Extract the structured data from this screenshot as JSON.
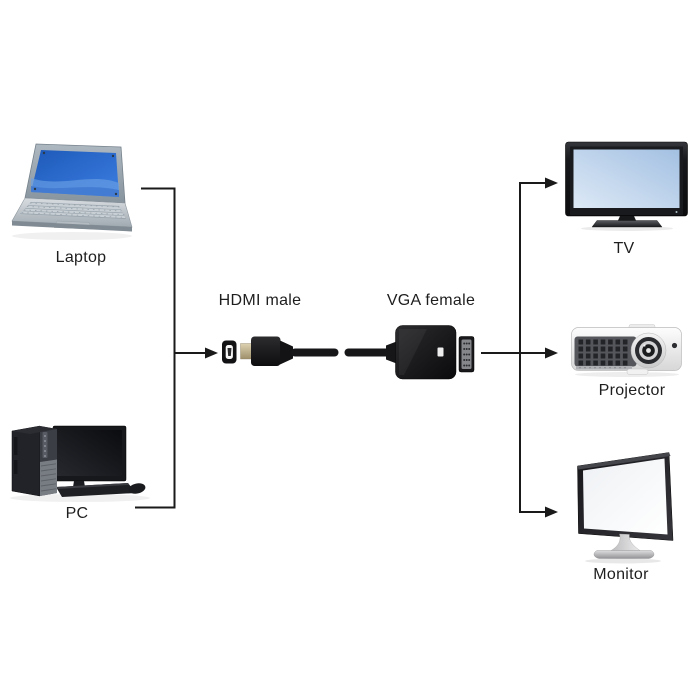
{
  "diagram": {
    "title_visible": false,
    "background": "#ffffff",
    "line_color": "#1a1a1a",
    "text_color": "#1e1e1e",
    "sources": [
      {
        "id": "laptop",
        "label": "Laptop"
      },
      {
        "id": "pc",
        "label": "PC"
      }
    ],
    "adapter": {
      "left_connector": "HDMI male",
      "right_connector": "VGA female"
    },
    "outputs": [
      {
        "id": "tv",
        "label": "TV"
      },
      {
        "id": "projector",
        "label": "Projector"
      },
      {
        "id": "monitor",
        "label": "Monitor"
      }
    ],
    "connections": [
      {
        "from": "Laptop",
        "to": "adapter"
      },
      {
        "from": "PC",
        "to": "adapter"
      },
      {
        "from": "adapter",
        "to": "TV"
      },
      {
        "from": "adapter",
        "to": "Projector"
      },
      {
        "from": "adapter",
        "to": "Monitor"
      }
    ],
    "colors": {
      "laptop_screen_blue": "#2f6fd2",
      "laptop_body_gray": "#a7b2bb",
      "tv_screen_blue": "#c3d8ef",
      "device_black": "#141414",
      "projector_body": "#ededed",
      "monitor_screen_white": "#fdfdfe"
    }
  }
}
